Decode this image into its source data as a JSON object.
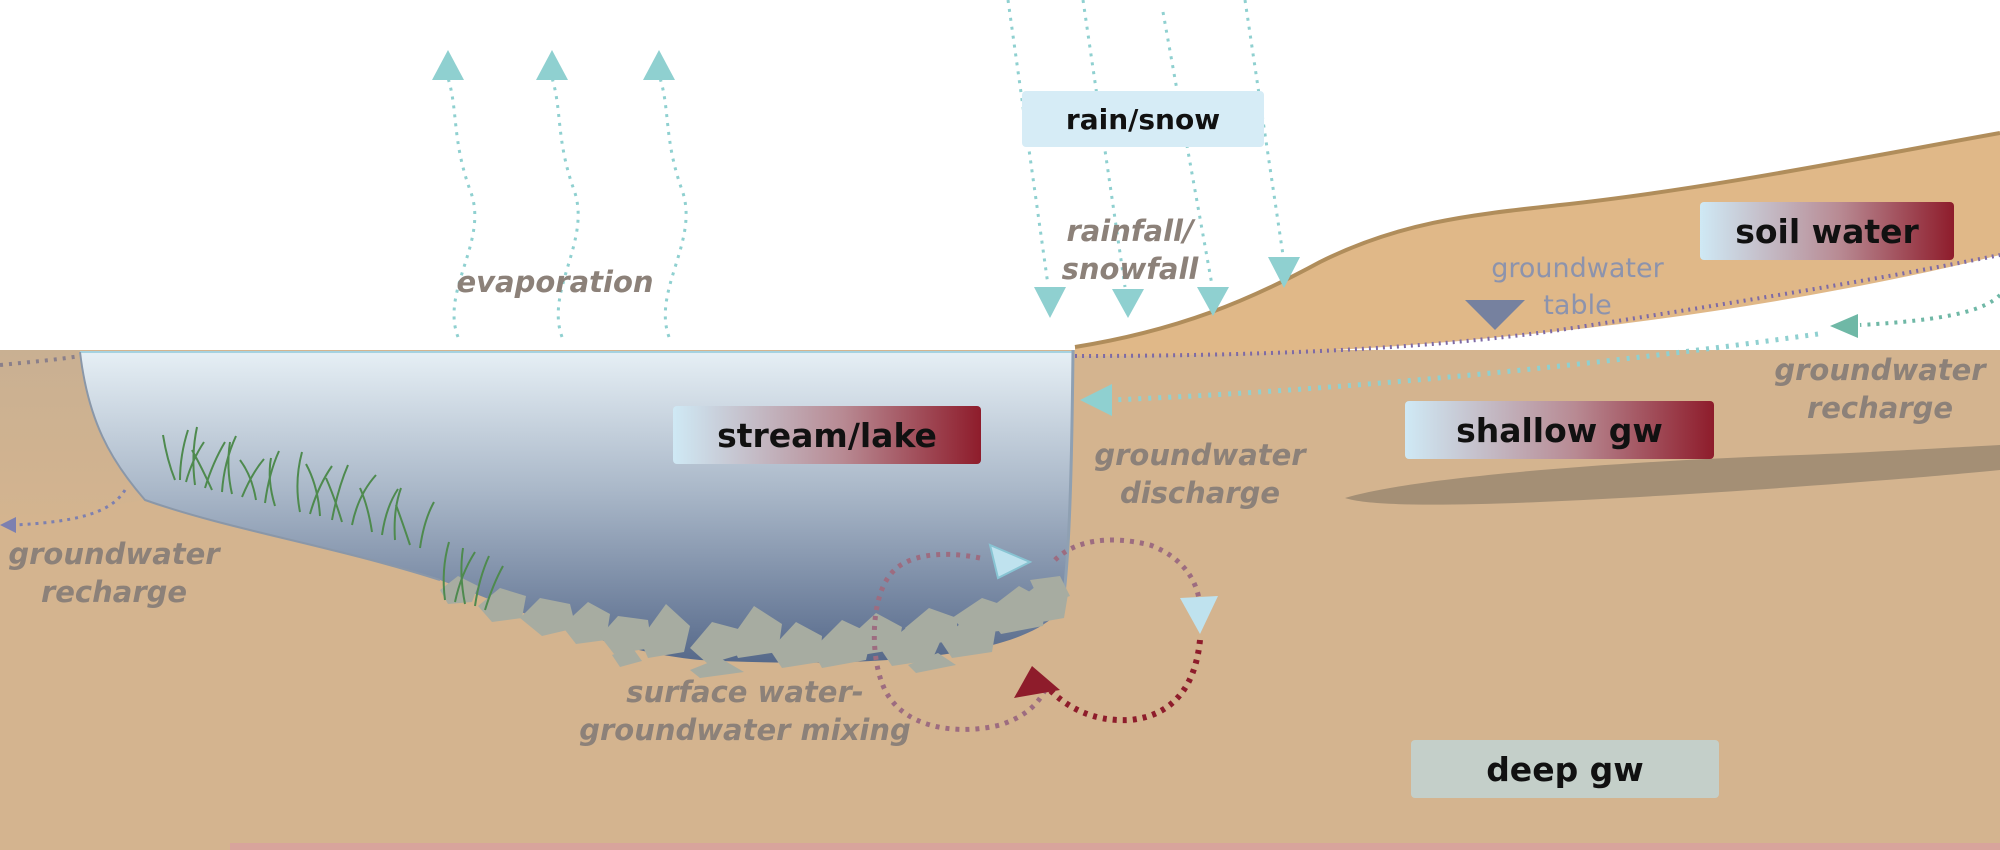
{
  "compartments": {
    "rain_snow": "rain/snow",
    "soil_water": "soil water",
    "stream_lake": "stream/lake",
    "shallow_gw": "shallow gw",
    "deep_gw": "deep gw"
  },
  "processes": {
    "evaporation": "evaporation",
    "rainfall_line1": "rainfall/",
    "rainfall_line2": "snowfall",
    "gw_table_line1": "groundwater",
    "gw_table_line2": "table",
    "recharge_right_line1": "groundwater",
    "recharge_right_line2": "recharge",
    "discharge_line1": "groundwater",
    "discharge_line2": "discharge",
    "recharge_left_line1": "groundwater",
    "recharge_left_line2": "recharge",
    "mixing_line1": "surface water-",
    "mixing_line2": "groundwater mixing"
  },
  "colors": {
    "soil": "#d4b48f",
    "upland_soil": "#e0b888",
    "water_top": "#e3edf4",
    "water_bottom": "#5d708e",
    "flow_teal": "#8fd0d0",
    "water_table": "#7d6aa6",
    "mixing_red": "#8e1c2b",
    "rock": "#a7aca1",
    "vegetation": "#4e8a4e"
  }
}
